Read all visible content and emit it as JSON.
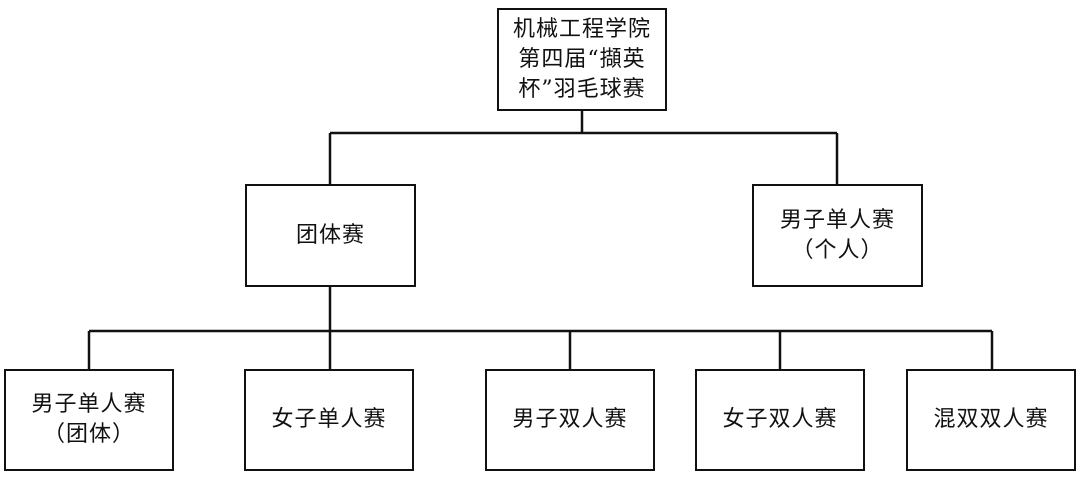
{
  "root": {
    "label": "机械工程学院\n第四届“擷英\n杯”羽毛球赛"
  },
  "level2": [
    {
      "label": "团体赛"
    },
    {
      "label": "男子单人赛\n（个人）"
    }
  ],
  "level3": [
    {
      "label": "男子单人赛\n（团体）"
    },
    {
      "label": "女子单人赛"
    },
    {
      "label": "男子双人赛"
    },
    {
      "label": "女子双人赛"
    },
    {
      "label": "混双双人赛"
    }
  ]
}
